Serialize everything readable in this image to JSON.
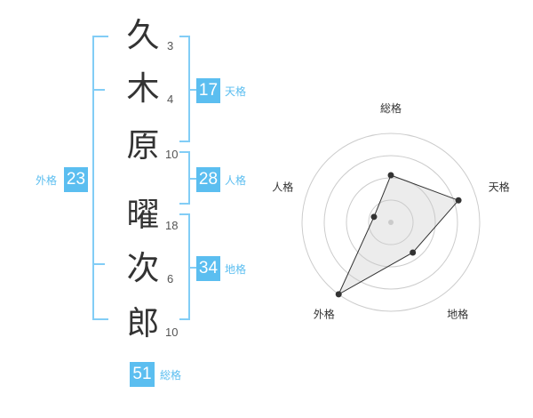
{
  "name_chars": [
    {
      "char": "久",
      "strokes": "3"
    },
    {
      "char": "木",
      "strokes": "4"
    },
    {
      "char": "原",
      "strokes": "10"
    },
    {
      "char": "曜",
      "strokes": "18"
    },
    {
      "char": "次",
      "strokes": "6"
    },
    {
      "char": "郎",
      "strokes": "10"
    }
  ],
  "scores": {
    "tenkaku": {
      "value": "17",
      "label": "天格"
    },
    "jinkaku": {
      "value": "28",
      "label": "人格"
    },
    "chikaku": {
      "value": "34",
      "label": "地格"
    },
    "gaikaku": {
      "value": "23",
      "label": "外格"
    },
    "soukaku": {
      "value": "51",
      "label": "総格"
    }
  },
  "colors": {
    "accent": "#5bbef0",
    "bracket": "#82cdf6",
    "text": "#333333"
  },
  "chart_data": {
    "type": "radar",
    "axes": [
      "総格",
      "天格",
      "地格",
      "外格",
      "人格"
    ],
    "series": [
      {
        "values": [
          0.53,
          0.8,
          0.42,
          1.0,
          0.2
        ]
      }
    ],
    "rings": 4,
    "range": [
      0,
      1
    ],
    "grid": true
  }
}
